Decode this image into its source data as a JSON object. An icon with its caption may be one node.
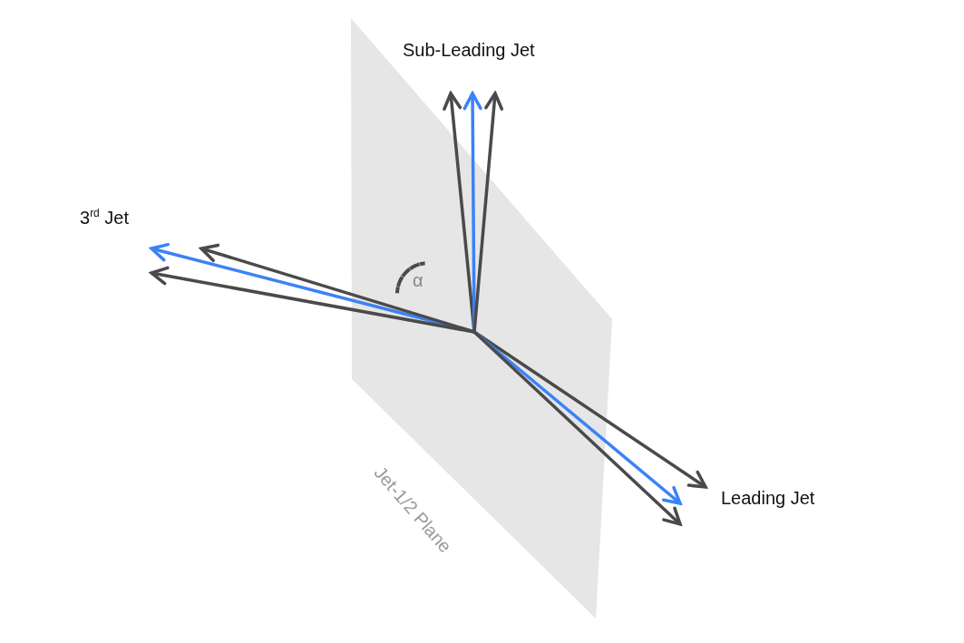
{
  "diagram": {
    "nodes": [
      {
        "text": [
          "Jet-1/2 Plane"
        ]
      },
      {
        "text": [
          "Sub-Leading Jet"
        ]
      },
      {
        "text": [
          "3$^{rd}$ Jet"
        ]
      },
      {
        "text": [
          "Leading Jet"
        ]
      }
    ],
    "edges": [
      {
        "from": 0,
        "to": 1,
        "arrow": "to"
      },
      {
        "from": 0,
        "to": 1,
        "arrow": "to",
        "color": "#3b82f6"
      },
      {
        "from": 0,
        "to": 1,
        "arrow": "to"
      },
      {
        "from": 0,
        "to": 2,
        "arrow": "to",
        "color": "#3b82f6"
      },
      {
        "from": 0,
        "to": 2,
        "arrow": "to"
      },
      {
        "from": 0,
        "to": 2,
        "arrow": "to"
      },
      {
        "from": 0,
        "to": 3,
        "arrow": "to"
      },
      {
        "from": 0,
        "to": 3,
        "arrow": "to",
        "color": "#3b82f6"
      },
      {
        "from": 0,
        "to": 3,
        "arrow": "to"
      }
    ],
    "labels": [
      "α"
    ]
  }
}
